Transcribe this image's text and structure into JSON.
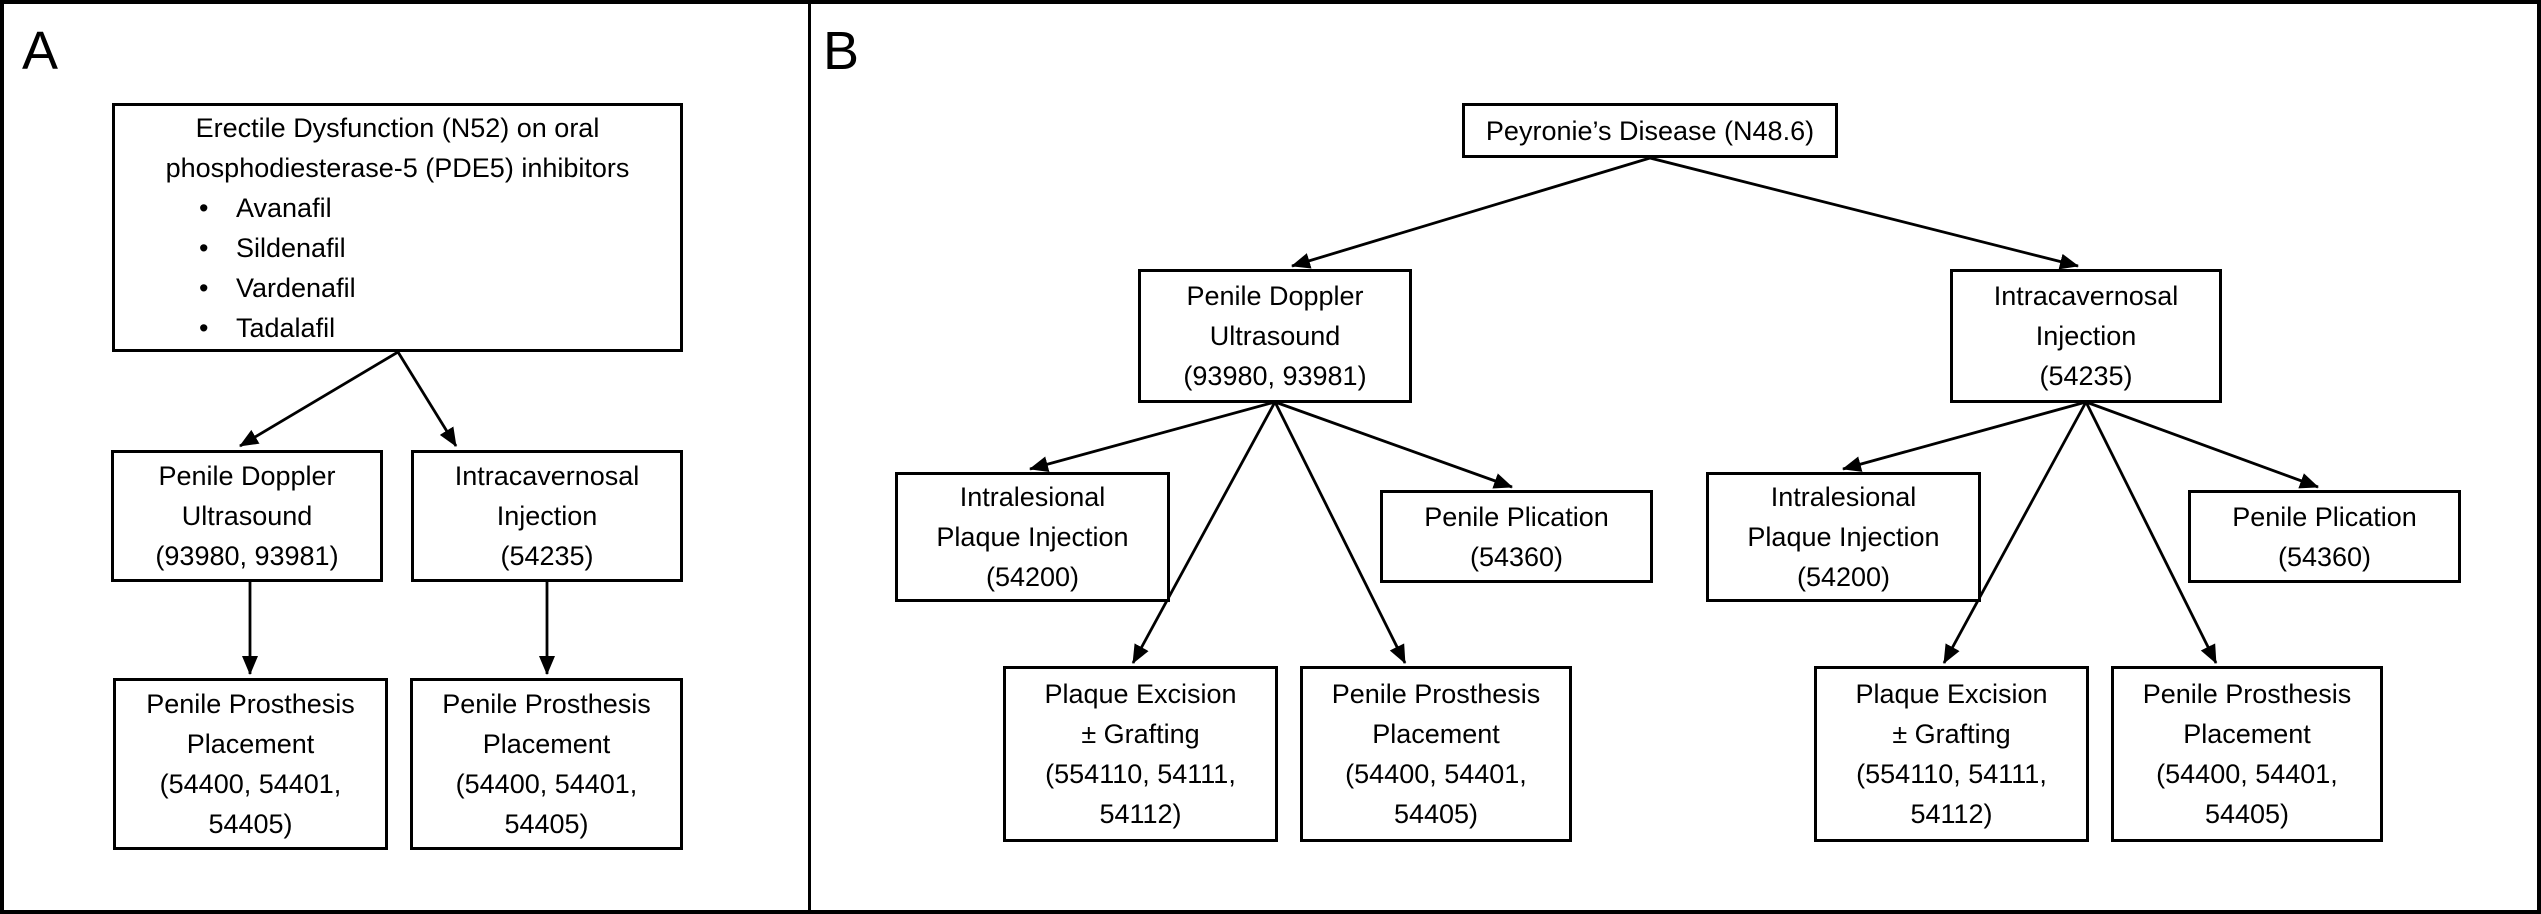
{
  "colors": {
    "ink": "#000000",
    "background": "#ffffff"
  },
  "panel_a": {
    "label": "A",
    "root": {
      "l1": "Erectile Dysfunction (N52) on oral",
      "l2": "phosphodiesterase-5 (PDE5) inhibitors",
      "bullet_glyph": "•",
      "bullets": [
        "Avanafil",
        "Sildenafil",
        "Vardenafil",
        "Tadalafil"
      ]
    },
    "doppler": {
      "l1": "Penile Doppler",
      "l2": "Ultrasound",
      "l3": "(93980, 93981)"
    },
    "injection": {
      "l1": "Intracavernosal",
      "l2": "Injection",
      "l3": "(54235)"
    },
    "prosthesis_left": {
      "l1": "Penile Prosthesis",
      "l2": "Placement",
      "l3": "(54400, 54401,",
      "l4": "54405)"
    },
    "prosthesis_right": {
      "l1": "Penile Prosthesis",
      "l2": "Placement",
      "l3": "(54400, 54401,",
      "l4": "54405)"
    }
  },
  "panel_b": {
    "label": "B",
    "root": {
      "l1": "Peyronie’s Disease (N48.6)"
    },
    "doppler": {
      "l1": "Penile Doppler",
      "l2": "Ultrasound",
      "l3": "(93980, 93981)"
    },
    "injection": {
      "l1": "Intracavernosal",
      "l2": "Injection",
      "l3": "(54235)"
    },
    "left": {
      "intralesional": {
        "l1": "Intralesional",
        "l2": "Plaque Injection",
        "l3": "(54200)"
      },
      "plication": {
        "l1": "Penile Plication",
        "l2": "(54360)"
      },
      "excision": {
        "l1": "Plaque Excision",
        "l2": "± Grafting",
        "l3": "(554110, 54111,",
        "l4": "54112)"
      },
      "prosthesis": {
        "l1": "Penile Prosthesis",
        "l2": "Placement",
        "l3": "(54400, 54401,",
        "l4": "54405)"
      }
    },
    "right": {
      "intralesional": {
        "l1": "Intralesional",
        "l2": "Plaque Injection",
        "l3": "(54200)"
      },
      "plication": {
        "l1": "Penile Plication",
        "l2": "(54360)"
      },
      "excision": {
        "l1": "Plaque Excision",
        "l2": "± Grafting",
        "l3": "(554110, 54111,",
        "l4": "54112)"
      },
      "prosthesis": {
        "l1": "Penile Prosthesis",
        "l2": "Placement",
        "l3": "(54400, 54401,",
        "l4": "54405)"
      }
    }
  }
}
